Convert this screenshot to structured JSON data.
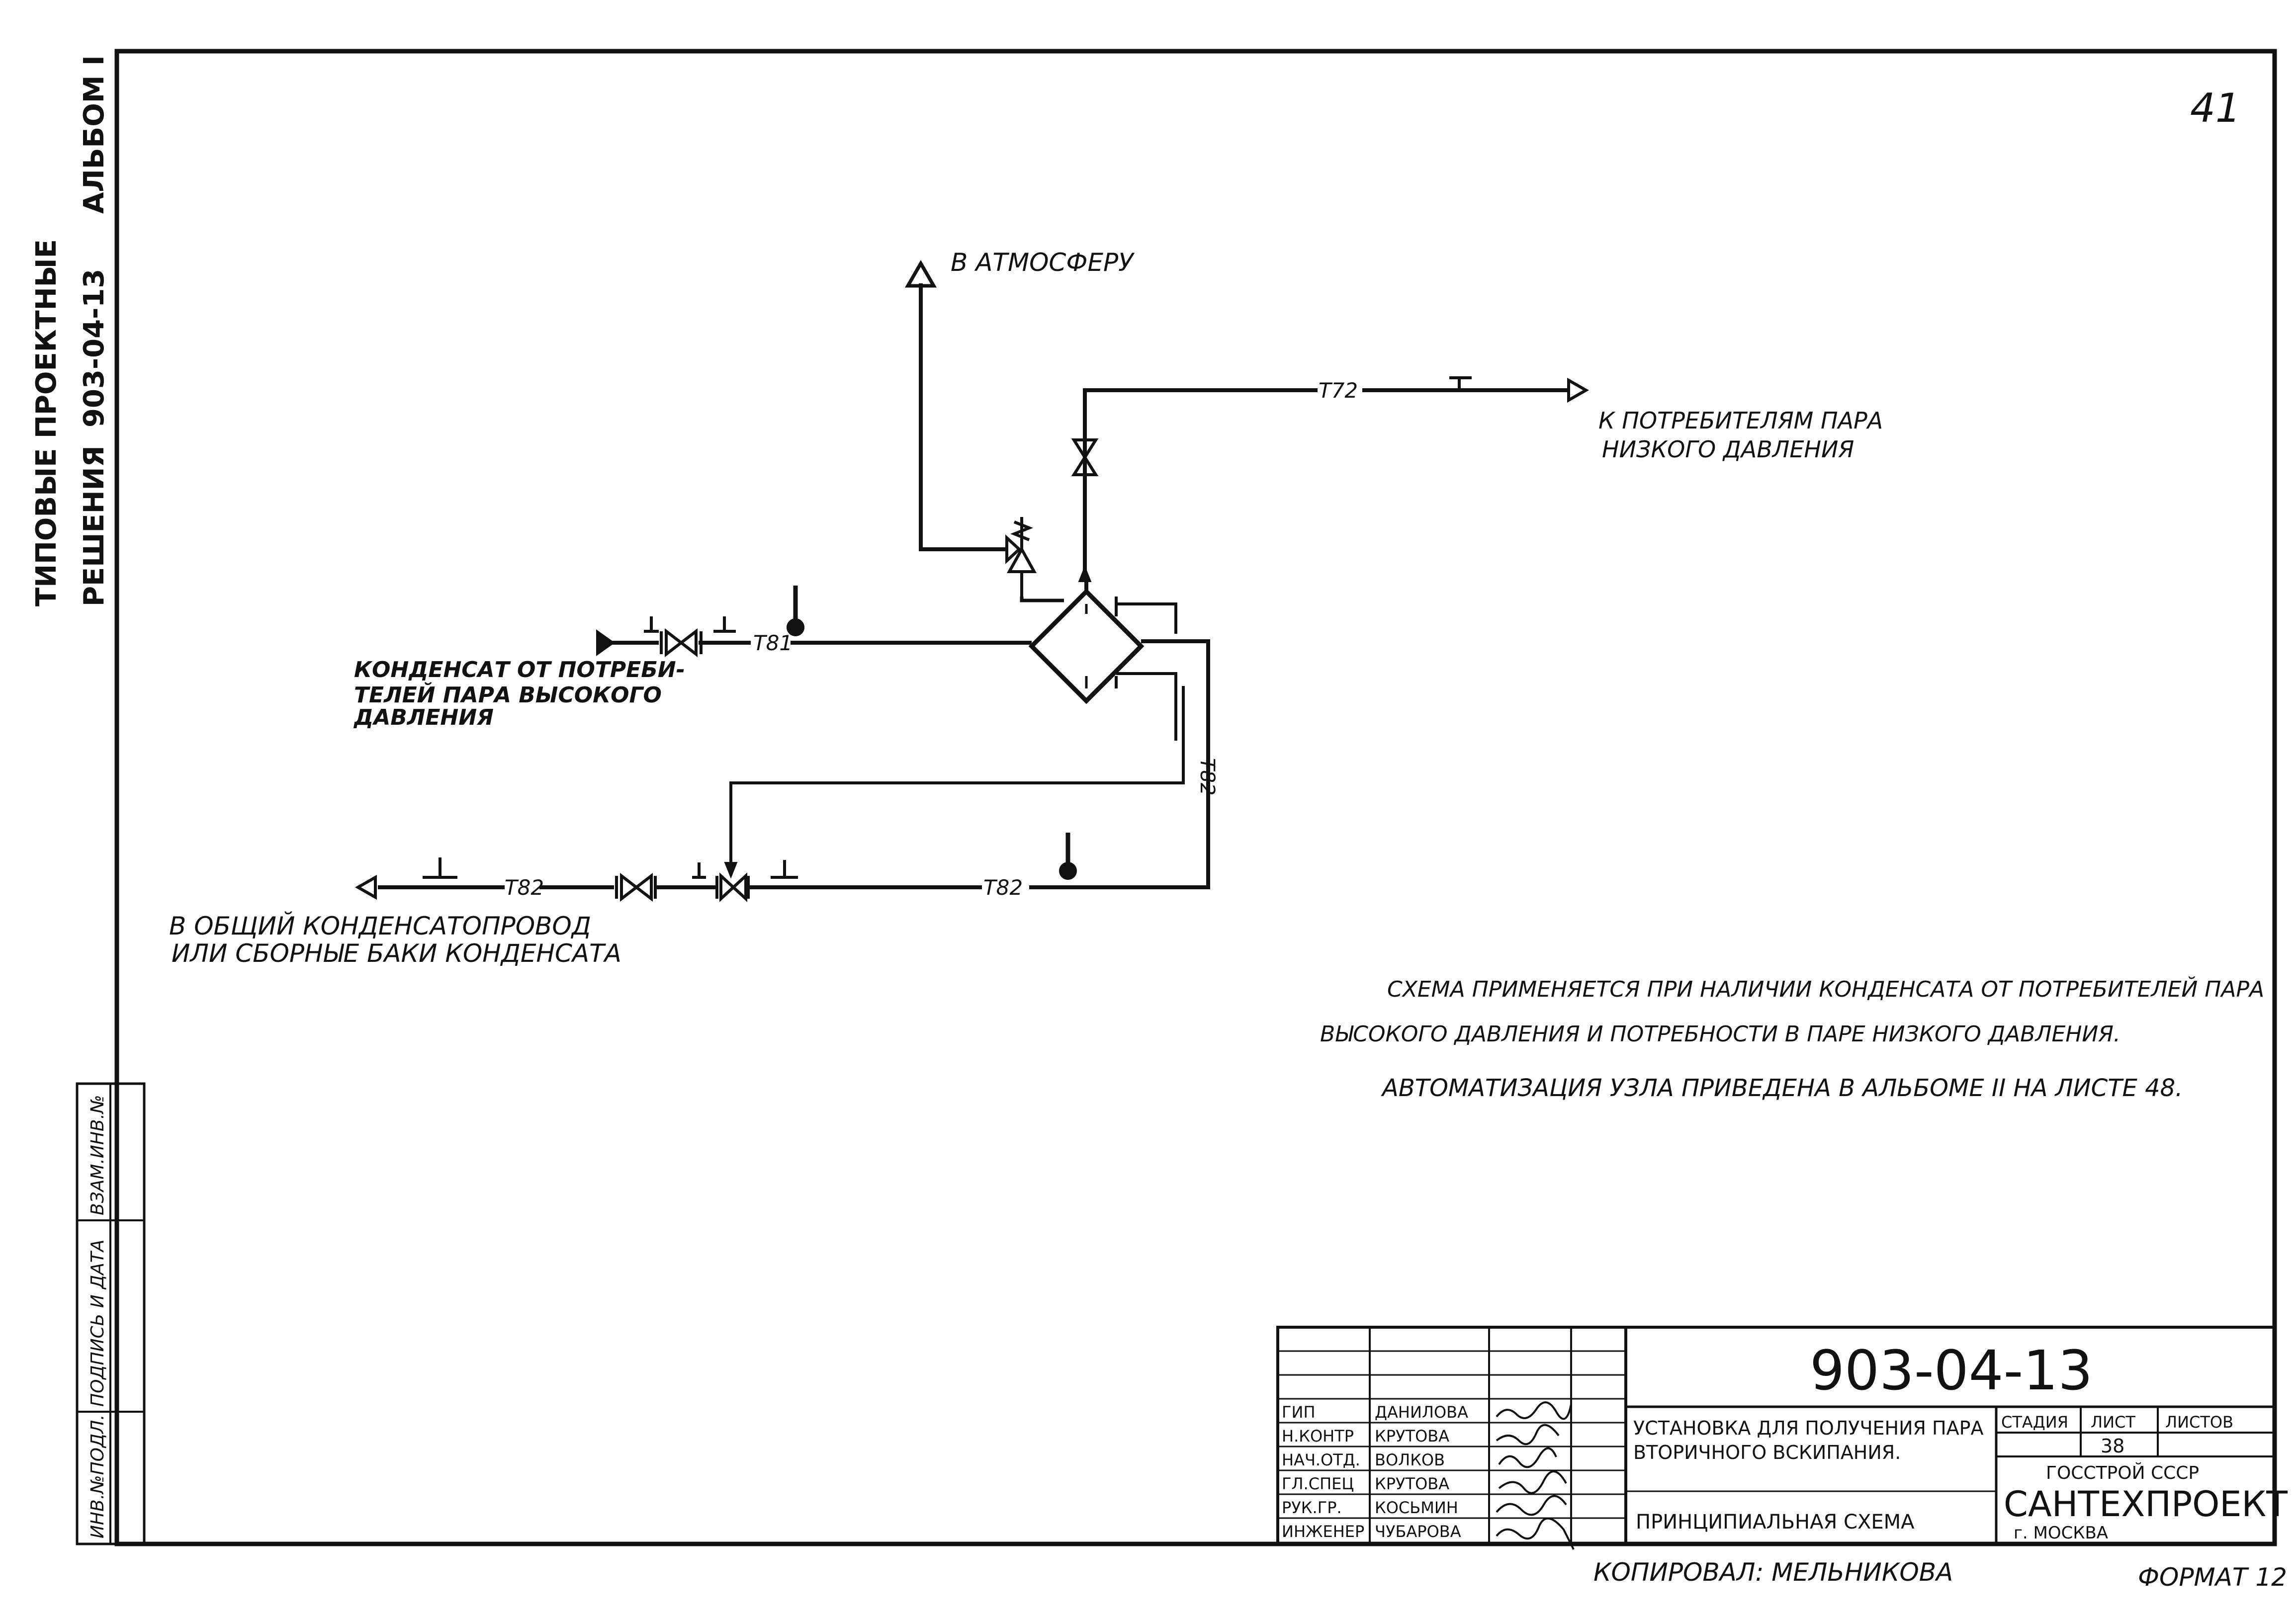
{
  "margin_texts": {
    "line1": "ТИПОВЫЕ ПРОЕКТНЫЕ",
    "line2": "РЕШЕНИЯ",
    "code": "903-04-13",
    "album": "АЛЬБОМ I"
  },
  "stamp_side": {
    "inv_podl": "ИНВ.№ПОДЛ.",
    "podpis_data": "ПОДПИСЬ И ДАТА",
    "vzam_inv": "ВЗАМ.ИНВ.№"
  },
  "page_mark": "41",
  "diagram": {
    "to_atmosphere": "В АТМОСФЕРУ",
    "to_consumers_l1": "К ПОТРЕБИТЕЛЯМ ПАРА",
    "to_consumers_l2": "НИЗКОГО ДАВЛЕНИЯ",
    "condensate_in_l1": "КОНДЕНСАТ ОТ ПОТРЕБИ-",
    "condensate_in_l2": "ТЕЛЕЙ ПАРА ВЫСОКОГО",
    "condensate_in_l3": "ДАВЛЕНИЯ",
    "outlet_l1": "В ОБЩИЙ КОНДЕНСАТОПРОВОД",
    "outlet_l2": "ИЛИ СБОРНЫЕ БАКИ КОНДЕНСАТА",
    "tag_t72": "Т72",
    "tag_t81": "Т81",
    "tag_t82_vert": "Т82",
    "tag_t82_left": "Т82",
    "tag_t82_right": "Т82"
  },
  "notes": {
    "line1": "СХЕМА ПРИМЕНЯЕТСЯ ПРИ НАЛИЧИИ КОНДЕНСАТА ОТ ПОТРЕБИТЕЛЕЙ ПАРА",
    "line2": "ВЫСОКОГО ДАВЛЕНИЯ И ПОТРЕБНОСТИ В ПАРЕ НИЗКОГО ДАВЛЕНИЯ.",
    "line3": "АВТОМАТИЗАЦИЯ УЗЛА ПРИВЕДЕНА В АЛЬБОМЕ II НА ЛИСТЕ 48."
  },
  "title_block": {
    "doc_code": "903-04-13",
    "title_l1": "УСТАНОВКА ДЛЯ ПОЛУЧЕНИЯ ПАРА",
    "title_l2": "ВТОРИЧНОГО ВСКИПАНИЯ.",
    "sheet_name": "ПРИНЦИПИАЛЬНАЯ СХЕМА",
    "col_stage": "СТАДИЯ",
    "col_sheet": "ЛИСТ",
    "col_sheets": "ЛИСТОВ",
    "sheet_no": "38",
    "org_l1": "ГОССТРОЙ СССР",
    "org_l2": "САНТЕХПРОЕКТ",
    "org_l3": "г. МОСКВА",
    "roles": [
      {
        "role": "ГИП",
        "name": "ДАНИЛОВА"
      },
      {
        "role": "Н.КОНТР",
        "name": "КРУТОВА"
      },
      {
        "role": "НАЧ.ОТД.",
        "name": "ВОЛКОВ"
      },
      {
        "role": "ГЛ.СПЕЦ",
        "name": "КРУТОВА"
      },
      {
        "role": "РУК.ГР.",
        "name": "КОСЬМИН"
      },
      {
        "role": "ИНЖЕНЕР",
        "name": "ЧУБАРОВА"
      }
    ]
  },
  "copied_by": "КОПИРОВАЛ: МЕЛЬНИКОВА",
  "format": "ФОРМАТ 12"
}
